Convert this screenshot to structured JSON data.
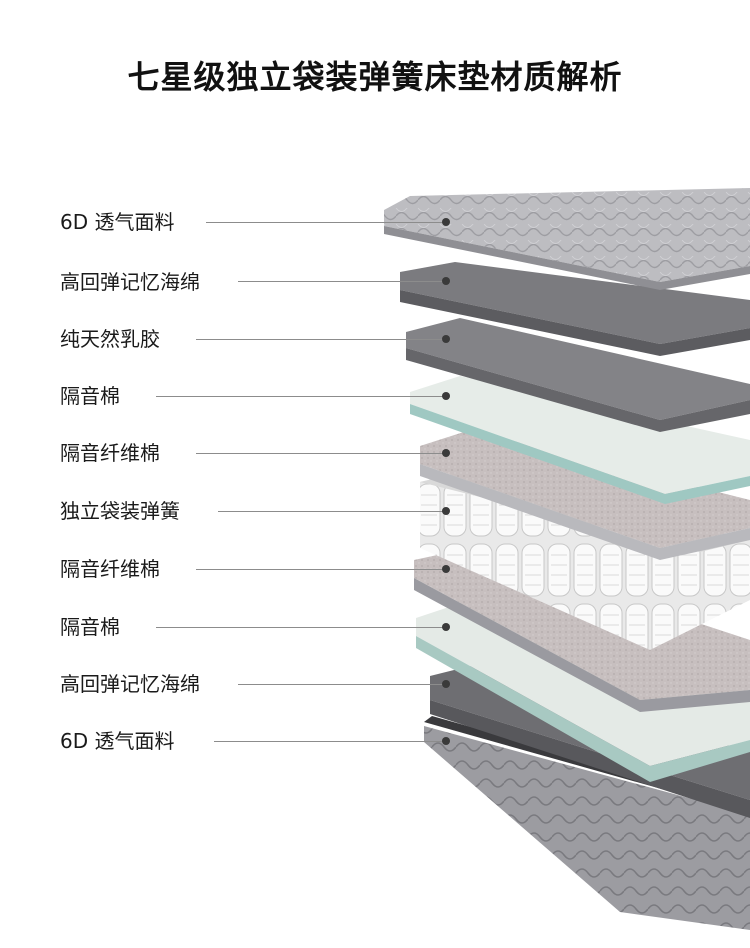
{
  "title": "七星级独立袋装弹簧床垫材质解析",
  "layers": [
    {
      "label": "6D 透气面料",
      "icon": "quilted-fabric-layer"
    },
    {
      "label": "高回弹记忆海绵",
      "icon": "foam-layer"
    },
    {
      "label": "纯天然乳胶",
      "icon": "latex-layer"
    },
    {
      "label": "隔音棉",
      "icon": "cotton-sheet-layer"
    },
    {
      "label": "隔音纤维棉",
      "icon": "fiber-layer"
    },
    {
      "label": "独立袋装弹簧",
      "icon": "pocket-spring-layer"
    },
    {
      "label": "隔音纤维棉",
      "icon": "fiber-layer"
    },
    {
      "label": "隔音棉",
      "icon": "cotton-sheet-layer"
    },
    {
      "label": "高回弹记忆海绵",
      "icon": "foam-layer"
    },
    {
      "label": "6D 透气面料",
      "icon": "quilted-fabric-layer"
    }
  ],
  "colors": {
    "fabric": "#b9b9bd",
    "foam": "#7c7c80",
    "latex": "#86868a",
    "cotton": "#e3e9e5",
    "fiber": "#c9c2c2",
    "spring": "#f1f1f1"
  }
}
